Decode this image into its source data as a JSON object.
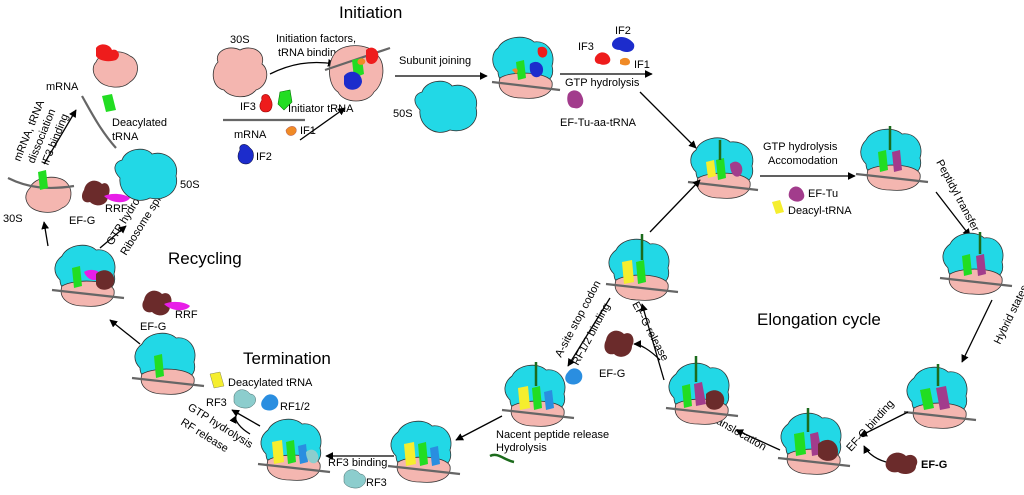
{
  "headings": {
    "initiation": "Initiation",
    "recycling": "Recycling",
    "termination": "Termination",
    "elongation": "Elongation cycle"
  },
  "labels": {
    "s30_a": "30S",
    "init_factors_1": "Initiation factors,",
    "init_factors_2": "tRNA binding",
    "if3_a": "IF3",
    "initiator_trna": "Initiator tRNA",
    "mrna_a": "mRNA",
    "if1_a": "IF1",
    "if2_a": "IF2",
    "subunit_joining": "Subunit joining",
    "s50_a": "50S",
    "if2_b": "IF2",
    "if3_b": "IF3",
    "if1_b": "IF1",
    "gtp_hydrolysis_a": "GTP hydrolysis",
    "ef_tu_aa_trna": "EF-Tu-aa-tRNA",
    "gtp_hydrolysis_b": "GTP hydrolysis",
    "accomodation": "Accomodation",
    "ef_tu": "EF-Tu",
    "deacyl_trna": "Deacyl-tRNA",
    "peptidyl_transfer": "Peptidyl transfer",
    "hybrid_states": "Hybrid states",
    "ef_g_binding": "EF-G binding",
    "ef_g_a": "EF-G",
    "translocation": "Translocation",
    "ef_g_release": "EF-G release",
    "ef_g_b": "EF-G",
    "a_site_stop_codon": "A-site stop codon",
    "rf12_binding": "RF1/2 binding",
    "nacent_1": "Nacent peptide release",
    "nacent_2": "Hydrolysis",
    "rf3_binding": "RF3 binding",
    "rf3_a": "RF3",
    "deacylated_trna_a": "Deacylated tRNA",
    "rf3_b": "RF3",
    "rf12": "RF1/2",
    "gtp_rf_1": "GTP hydrolysis",
    "gtp_rf_2": "RF release",
    "ef_g_c": "EF-G",
    "rrf_a": "RRF",
    "gtp_split_1": "GTP hydrolysis",
    "gtp_split_2": "Ribosome splitting",
    "ef_g_d": "EF-G",
    "rrf_b": "RRF",
    "s30_b": "30S",
    "s50_b": "50S",
    "mrna_b": "mRNA",
    "deacylated_trna_b1": "Deacylated",
    "deacylated_trna_b2": "tRNA",
    "diss_1": "mRNA, tRNA",
    "diss_2": "dissociation",
    "diss_3": "IF3 binding"
  },
  "colors": {
    "small_subunit": "#f4b6b0",
    "large_subunit": "#22d8e6",
    "p_site_trna": "#22dd22",
    "a_site_trna": "#f5ee2e",
    "if3": "#ee1c1c",
    "if2": "#1c2ccc",
    "if1": "#f08a26",
    "ef_tu": "#a23c8c",
    "ef_g": "#6b2b2b",
    "rrf": "#e81ee8",
    "rf12": "#2a8ee0",
    "rf3": "#8ccdcd",
    "peptide": "#1c6b1c"
  }
}
